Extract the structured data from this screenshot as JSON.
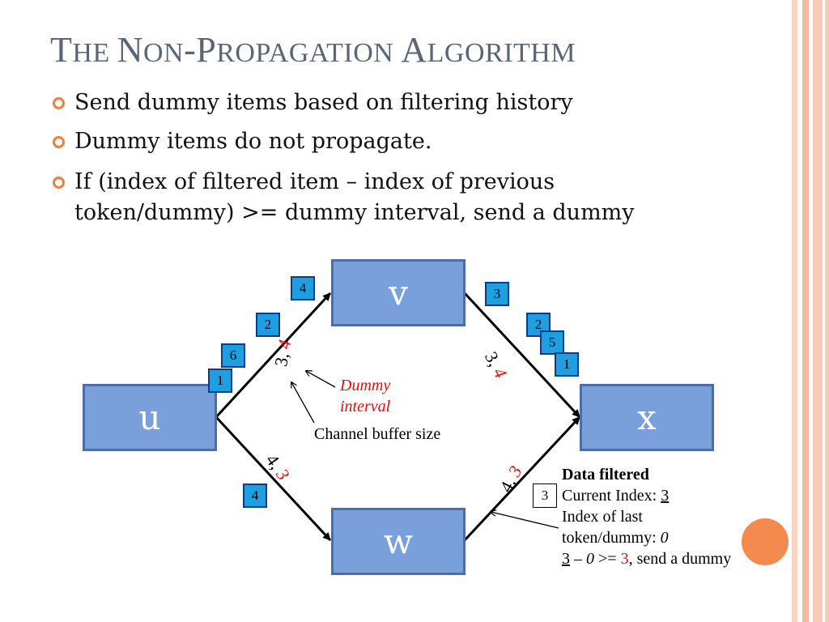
{
  "title": {
    "first": "T",
    "first_rest": "HE ",
    "second": "N",
    "second_rest": "ON",
    "dash": "-",
    "third": "P",
    "third_rest": "ROPAGATION ",
    "fourth": "A",
    "fourth_rest": "LGORITHM"
  },
  "bullets": [
    {
      "text": "Send dummy items based on filtering history"
    },
    {
      "text": "Dummy items do not propagate."
    },
    {
      "line1": "If (index of filtered item – index of previous",
      "line2": "token/dummy)  >= dummy interval, send a dummy"
    }
  ],
  "nodes": {
    "u": "u",
    "v": "v",
    "w": "w",
    "x": "x"
  },
  "tokens": {
    "uv": [
      "1",
      "6",
      "2",
      "4"
    ],
    "vx": [
      "3",
      "2",
      "5",
      "1"
    ],
    "uw": [
      "4"
    ],
    "wx_filtered": "3"
  },
  "edge_labels": {
    "uv": {
      "buffer": "3,",
      "interval": "4"
    },
    "vx": {
      "buffer": "3,",
      "interval": "4"
    },
    "uw": {
      "buffer": "4,",
      "interval": "3"
    },
    "wx": {
      "buffer": "4,",
      "interval": "3"
    }
  },
  "annotations": {
    "dummy_interval_1": "Dummy",
    "dummy_interval_2": "interval",
    "channel_buffer": "Channel buffer size"
  },
  "note": {
    "heading": "Data filtered",
    "current_label": "Current Index: ",
    "current_value": "3",
    "last_line1": "Index of  last",
    "last_line2": "token/dummy: ",
    "last_value": "0",
    "calc_a": "3",
    "calc_dash": " – ",
    "calc_b": "0",
    "calc_ge": " >= ",
    "calc_c": "3",
    "calc_tail": ", send a dummy"
  },
  "colors": {
    "accent": "#f07f3c",
    "node_fill": "#7aa0dc",
    "token_fill": "#1e9fe0",
    "highlight": "#e01010"
  }
}
